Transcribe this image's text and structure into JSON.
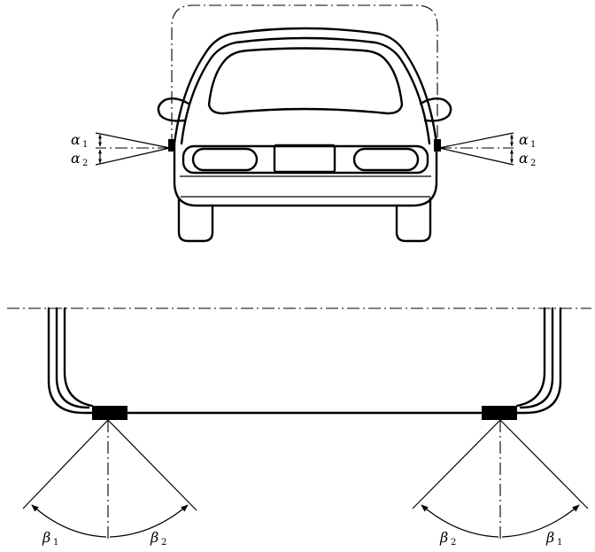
{
  "labels": {
    "alpha1_left": "α",
    "alpha1_left_sub": "1",
    "alpha2_left": "α",
    "alpha2_left_sub": "2",
    "alpha1_right": "α",
    "alpha1_right_sub": "1",
    "alpha2_right": "α",
    "alpha2_right_sub": "2",
    "beta1_left": "β",
    "beta1_left_sub": "1",
    "beta2_left": "β",
    "beta2_left_sub": "2",
    "beta2_right": "β",
    "beta2_right_sub": "2",
    "beta1_right": "β",
    "beta1_right_sub": "1"
  }
}
